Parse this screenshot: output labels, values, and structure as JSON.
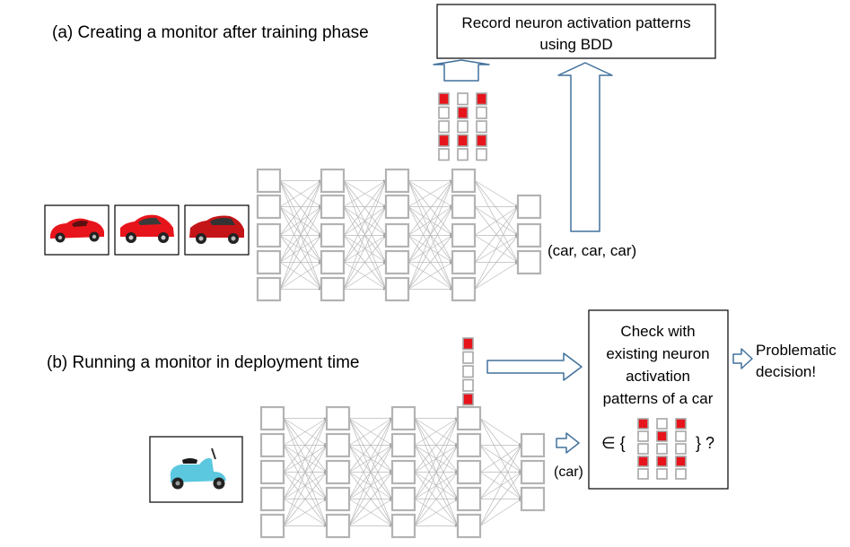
{
  "section_a": {
    "title": "(a) Creating a monitor after training phase",
    "record_box_lines": [
      "Record neuron activation patterns",
      "using BDD"
    ],
    "output_label": "(car, car, car)",
    "input_images": [
      "red-sports-car-image",
      "red-hatchback-image",
      "red-compact-car-image"
    ],
    "patterns": [
      [
        1,
        0,
        0,
        1,
        0
      ],
      [
        0,
        1,
        0,
        1,
        0
      ],
      [
        1,
        0,
        0,
        1,
        0
      ]
    ]
  },
  "section_b": {
    "title": "(b) Running a monitor in deployment time",
    "input_image": "blue-scooter-image",
    "output_label": "(car)",
    "current_pattern": [
      1,
      0,
      0,
      0,
      1
    ],
    "check_box_lines": [
      "Check with",
      "existing neuron",
      "activation",
      "patterns of a car"
    ],
    "set_open": "∈ {",
    "set_close": "} ?",
    "set_patterns": [
      [
        1,
        0,
        0,
        1,
        0
      ],
      [
        0,
        1,
        0,
        1,
        0
      ],
      [
        1,
        0,
        0,
        1,
        0
      ]
    ],
    "result_lines": [
      "Problematic",
      "decision!"
    ]
  },
  "colors": {
    "active_neuron": "#e8141b",
    "inactive_neuron": "#a6a6a6",
    "arrow_stroke": "#41719c",
    "network_stroke": "#b3b3b3"
  }
}
